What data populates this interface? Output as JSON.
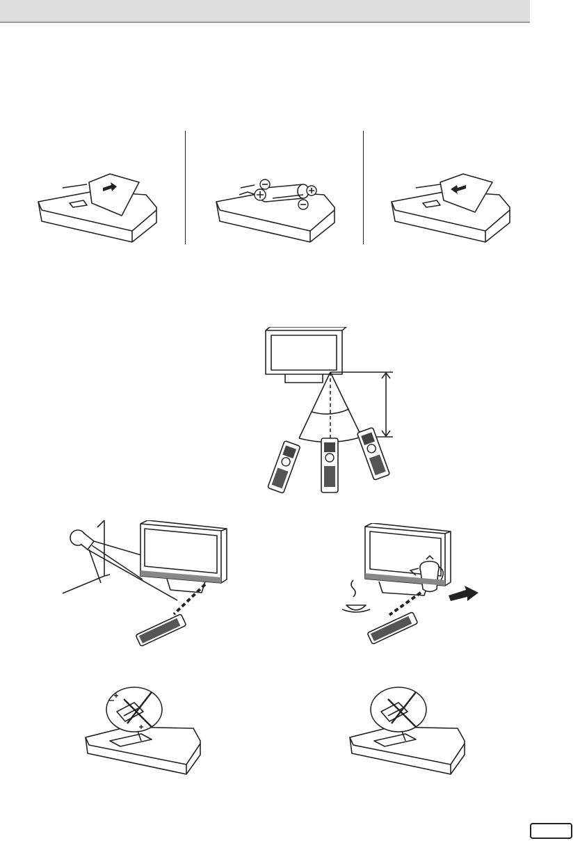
{
  "page": {
    "header": "",
    "page_number": ""
  },
  "figures": {
    "battery_steps": [
      "open-cover",
      "insert-batteries",
      "close-cover"
    ],
    "polarity_marks": [
      "+",
      "−",
      "+",
      "−"
    ],
    "operating_range": "remote-angle-diagram",
    "cautions": [
      "direct-light-on-sensor",
      "obstacle-blocking-sensor",
      "mixed-polarity-prohibited",
      "mixed-batteries-prohibited"
    ]
  },
  "colors": {
    "header_band": "#dedede",
    "line": "#222222"
  }
}
